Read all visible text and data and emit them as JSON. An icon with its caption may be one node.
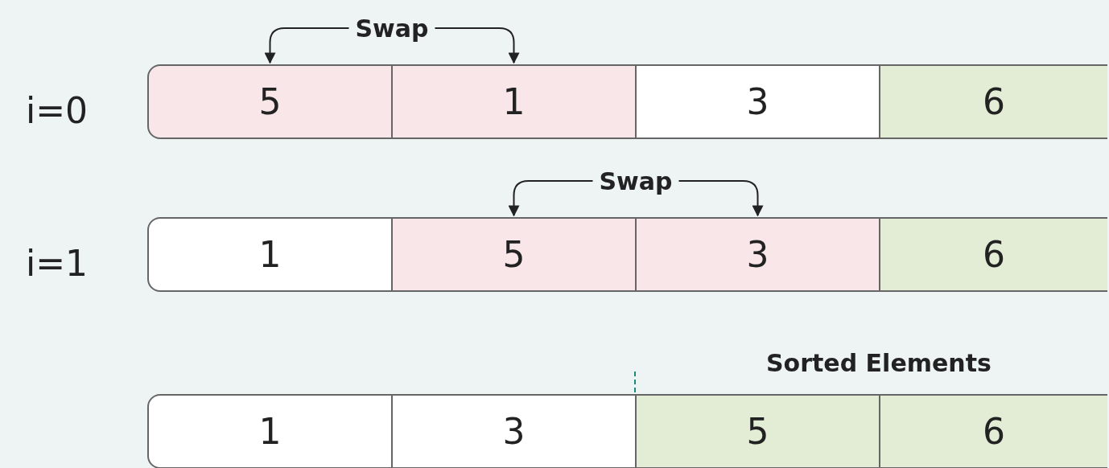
{
  "diagram": {
    "nodes": [
      {
        "text": [
          "5"
        ]
      },
      {
        "text": [
          "1"
        ]
      },
      {
        "text": [
          "3"
        ]
      },
      {
        "text": [
          "6"
        ]
      },
      {
        "text": [
          "1"
        ]
      },
      {
        "text": [
          "5"
        ]
      },
      {
        "text": [
          "3"
        ]
      },
      {
        "text": [
          "6"
        ]
      },
      {
        "text": [
          "1"
        ]
      },
      {
        "text": [
          "3"
        ]
      },
      {
        "text": [
          "5"
        ]
      },
      {
        "text": [
          "6"
        ]
      }
    ],
    "edges": [
      {
        "from": 0,
        "to": 1,
        "arrow": "both",
        "label": "Swap"
      },
      {
        "from": 5,
        "to": 6,
        "arrow": "both",
        "label": "Swap"
      }
    ],
    "labels": [
      "i=0",
      "i=1",
      "Sorted Elements"
    ]
  }
}
